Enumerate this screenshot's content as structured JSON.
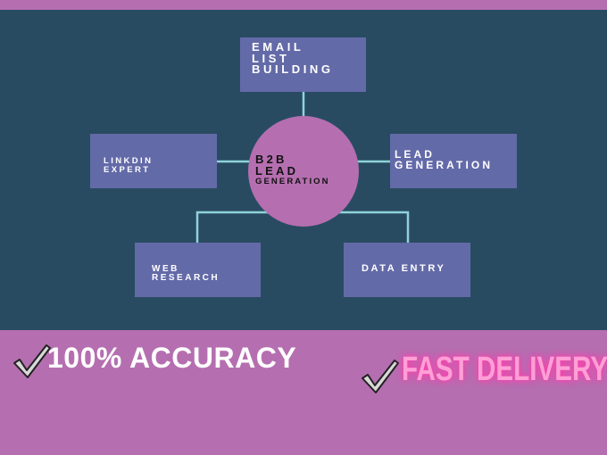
{
  "colors": {
    "background": "#b56fb0",
    "panel": "#294b62",
    "node": "#636aa8",
    "hub": "#b56fb0",
    "connector": "#8fd3d8",
    "node_text": "#ffffff",
    "hub_text": "#111111",
    "accent_pink": "#ff9fd6"
  },
  "diagram": {
    "hub": {
      "line1": "B2B\nLEAD",
      "line2": "GENERATION"
    },
    "nodes": {
      "email": "EMAIL\nLIST\nBUILDING",
      "linkedin": "LINKDIN\nEXPERT",
      "lead_generation": "LEAD\nGENERATION",
      "web_research": "WEB\nRESEARCH",
      "data_entry": "DATA ENTRY"
    }
  },
  "banner": {
    "accuracy": "100% ACCURACY",
    "delivery": "FAST DELIVERY",
    "icons": [
      "check-mark-icon",
      "check-mark-icon"
    ]
  }
}
